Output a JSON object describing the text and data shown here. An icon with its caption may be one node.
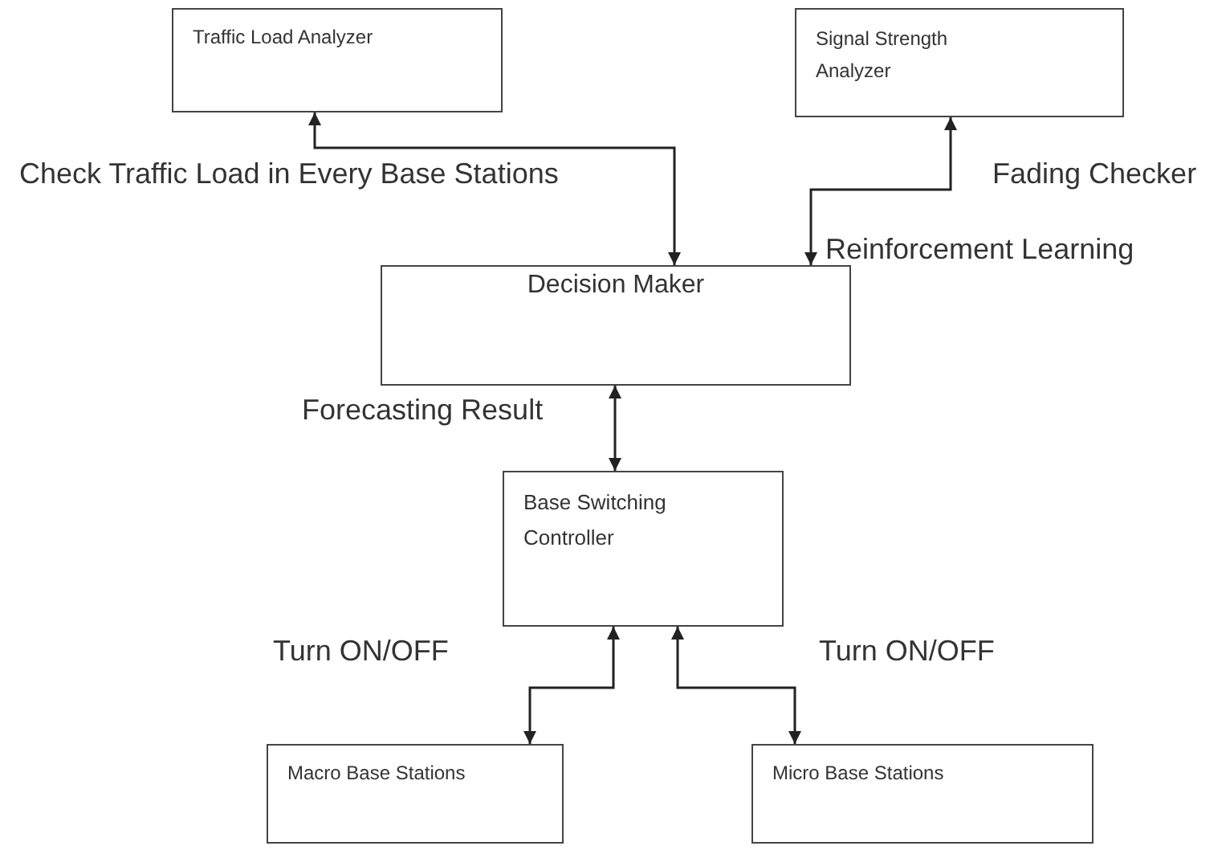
{
  "diagram": {
    "nodes": [
      {
        "text": [
          "Traffic Load Analyzer"
        ]
      },
      {
        "text": [
          "Signal Strength Analyzer"
        ]
      },
      {
        "text": [
          "Decision Maker"
        ]
      },
      {
        "text": [
          "Base Switching Controller"
        ]
      },
      {
        "text": [
          "Macro Base Stations"
        ]
      },
      {
        "text": [
          "Micro Base Stations"
        ]
      }
    ],
    "edges": [
      {
        "from": 0,
        "to": 2,
        "arrow": "both",
        "label": "Check Traffic Load in Every Base Stations"
      },
      {
        "from": 1,
        "to": 2,
        "arrow": "both",
        "label": "Fading Checker"
      },
      {
        "from": 2,
        "to": 3,
        "arrow": "both",
        "label": "Forecasting Result"
      },
      {
        "from": 3,
        "to": 4,
        "arrow": "both",
        "label": "Turn ON/OFF"
      },
      {
        "from": 3,
        "to": 5,
        "arrow": "both",
        "label": "Turn ON/OFF"
      }
    ],
    "labels": [
      "Reinforcement Learning"
    ]
  }
}
